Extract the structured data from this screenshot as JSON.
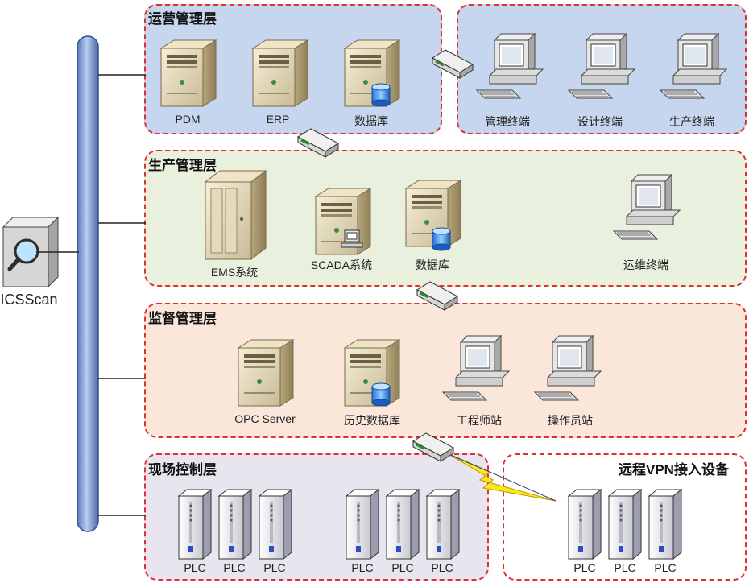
{
  "scanner": {
    "label": "ICSScan"
  },
  "layers": {
    "operations": {
      "title": "运营管理层",
      "pdm": "PDM",
      "erp": "ERP",
      "database": "数据库"
    },
    "terminals": {
      "mgmt": "管理终端",
      "design": "设计终端",
      "production": "生产终端"
    },
    "production": {
      "title": "生产管理层",
      "ems": "EMS系统",
      "scada": "SCADA系统",
      "database": "数据库",
      "ops_terminal": "运维终端"
    },
    "supervision": {
      "title": "监督管理层",
      "opc": "OPC Server",
      "history_db": "历史数据库",
      "engineer": "工程师站",
      "operator": "操作员站"
    },
    "field": {
      "title": "现场控制层",
      "plc": [
        "PLC",
        "PLC",
        "PLC",
        "PLC",
        "PLC",
        "PLC"
      ]
    },
    "vpn": {
      "title": "远程VPN接入设备",
      "plc": [
        "PLC",
        "PLC",
        "PLC"
      ]
    }
  }
}
